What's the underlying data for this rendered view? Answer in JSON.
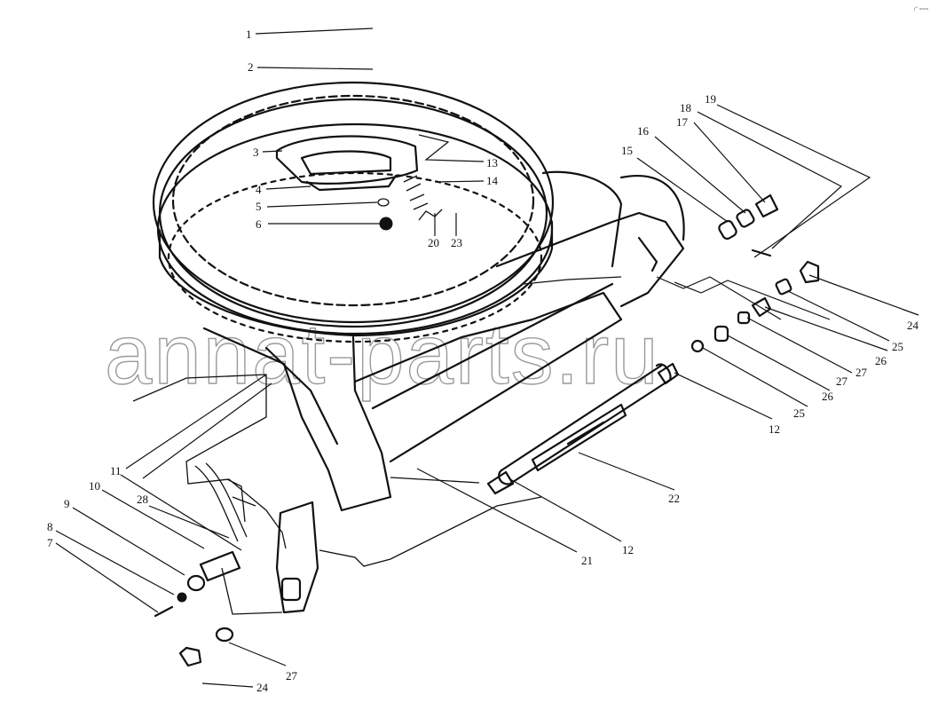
{
  "watermark": "annat-parts.ru",
  "corner_mark": "r\" ===",
  "callouts": [
    "1",
    "2",
    "3",
    "4",
    "5",
    "6",
    "7",
    "8",
    "9",
    "10",
    "11",
    "12",
    "12",
    "13",
    "14",
    "15",
    "16",
    "17",
    "18",
    "19",
    "20",
    "21",
    "22",
    "23",
    "24",
    "24",
    "25",
    "25",
    "26",
    "26",
    "27",
    "27",
    "27",
    "28"
  ]
}
